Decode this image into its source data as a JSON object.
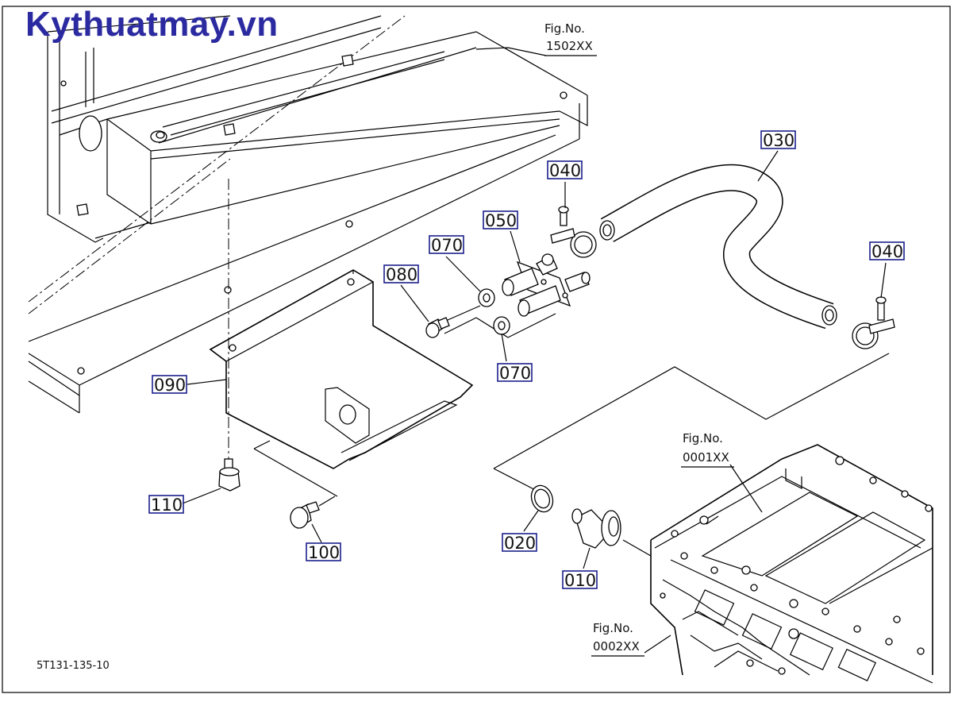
{
  "watermark": "Kythuatmay.vn",
  "drawing_code": "5T131-135-10",
  "fig_refs": [
    {
      "title": "Fig.No.",
      "number": "1502XX"
    },
    {
      "title": "Fig.No.",
      "number": "0001XX"
    },
    {
      "title": "Fig.No.",
      "number": "0002XX"
    }
  ],
  "part_labels": {
    "p010": "010",
    "p020": "020",
    "p030": "030",
    "p040a": "040",
    "p040b": "040",
    "p050": "050",
    "p070a": "070",
    "p070b": "070",
    "p080": "080",
    "p090": "090",
    "p100": "100",
    "p110": "110"
  }
}
